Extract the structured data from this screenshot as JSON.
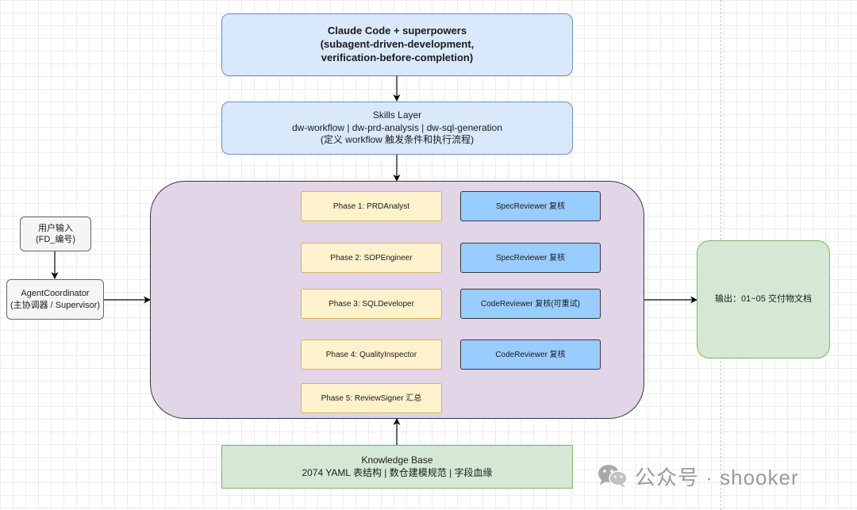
{
  "top_box": {
    "lines": [
      "Claude Code + superpowers",
      "(subagent-driven-development,",
      "verification-before-completion)"
    ]
  },
  "skills_box": {
    "lines": [
      "Skills Layer",
      "dw-workflow | dw-prd-analysis | dw-sql-generation",
      "(定义 workflow 触发条件和执行流程)"
    ]
  },
  "user_input": {
    "lines": [
      "用户输入",
      "(FD_编号)"
    ]
  },
  "coordinator": {
    "lines": [
      "AgentCoordinator",
      "(主协调器 / Supervisor)"
    ]
  },
  "phases": [
    "Phase 1: PRDAnalyst",
    "Phase 2: SOPEngineer",
    "Phase 3: SQLDeveloper",
    "Phase 4: QualityInspector",
    "Phase 5: ReviewSigner 汇总"
  ],
  "reviewers": [
    "SpecReviewer 复核",
    "SpecReviewer 复核",
    "CodeReviewer 复核(可重试)",
    "CodeReviewer 复核"
  ],
  "output_box": {
    "text": "输出：01~05 交付物文档"
  },
  "knowledge_box": {
    "lines": [
      "Knowledge Base",
      "2074 YAML 表结构 | 数仓建模规范 | 字段血缘"
    ]
  },
  "watermark": {
    "text": "公众号 · shooker"
  },
  "colors": {
    "top_fill": "#dae8fc",
    "top_stroke": "#6c8ebf",
    "phase_fill": "#fff2cc",
    "phase_stroke": "#d6b656",
    "reviewer_fill": "#99ccff",
    "container_fill": "#e1d5e7",
    "green_fill": "#d5e8d4",
    "green_stroke": "#82b366",
    "gray_fill": "#f5f5f5",
    "arrow": "#000000"
  }
}
